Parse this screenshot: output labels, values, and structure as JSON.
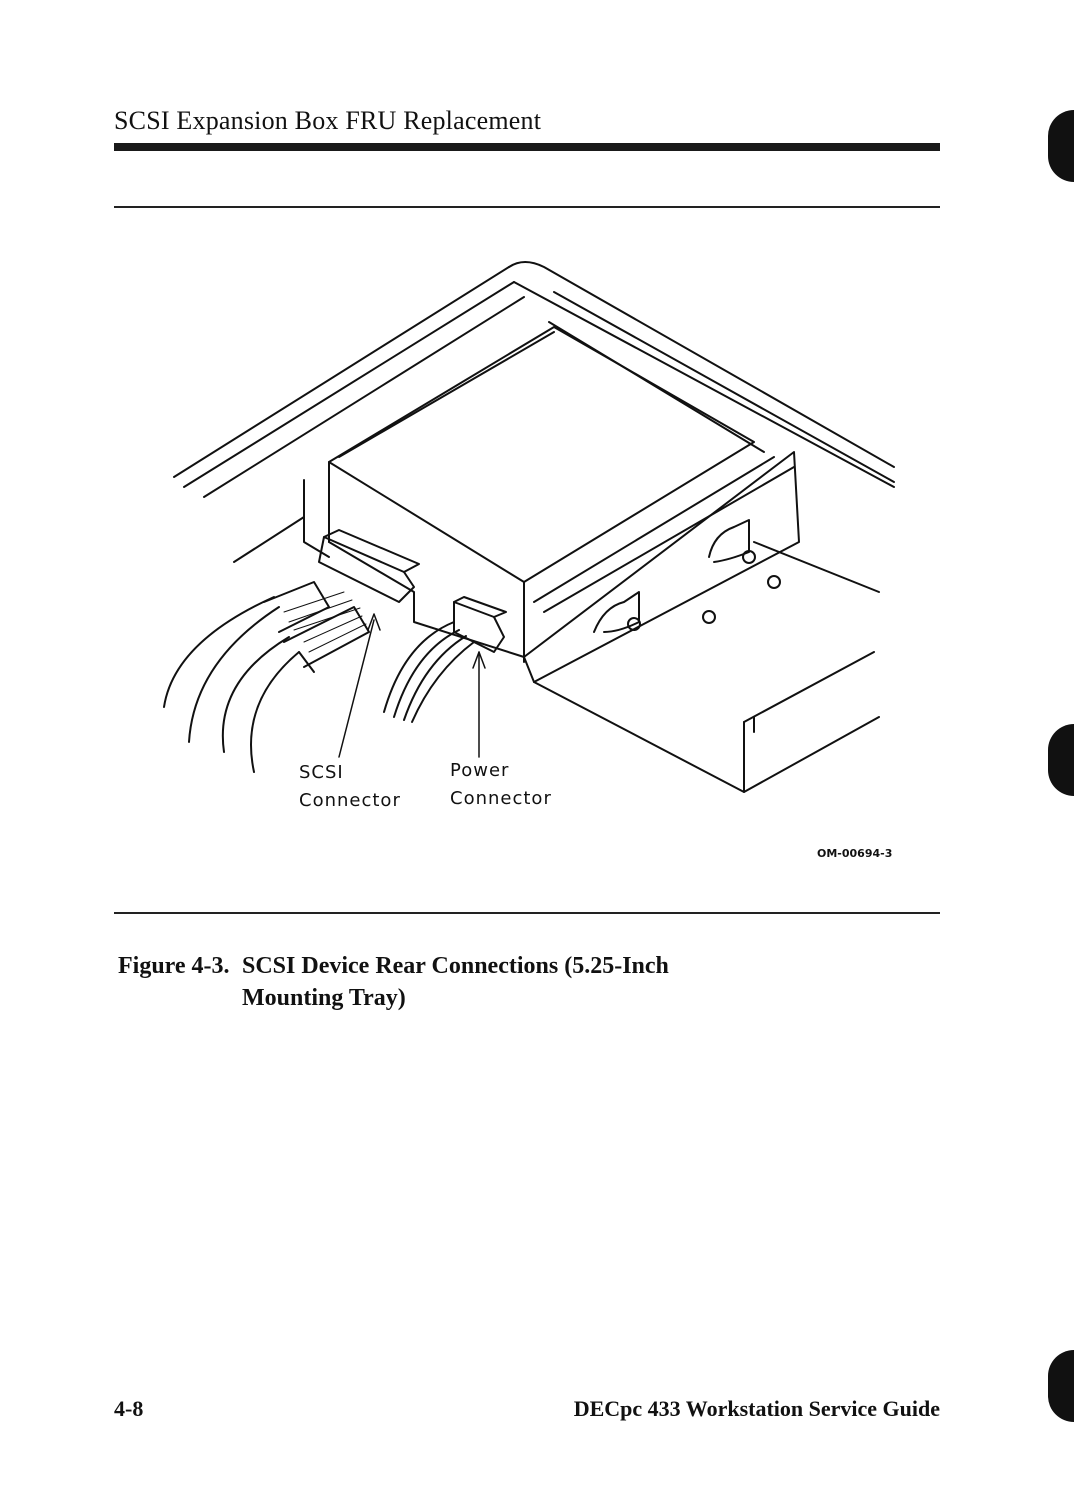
{
  "header": {
    "title": "SCSI Expansion Box FRU Replacement"
  },
  "figure": {
    "callouts": {
      "scsi_line1": "SCSI",
      "scsi_line2": "Connector",
      "power_line1": "Power",
      "power_line2": "Connector"
    },
    "art_code": "OM-00694-3"
  },
  "caption": {
    "number": "Figure 4-3.",
    "line1": "SCSI Device Rear Connections (5.25-Inch",
    "line2": "Mounting Tray)"
  },
  "footer": {
    "page_number": "4-8",
    "book_title": "DECpc 433 Workstation Service Guide"
  }
}
